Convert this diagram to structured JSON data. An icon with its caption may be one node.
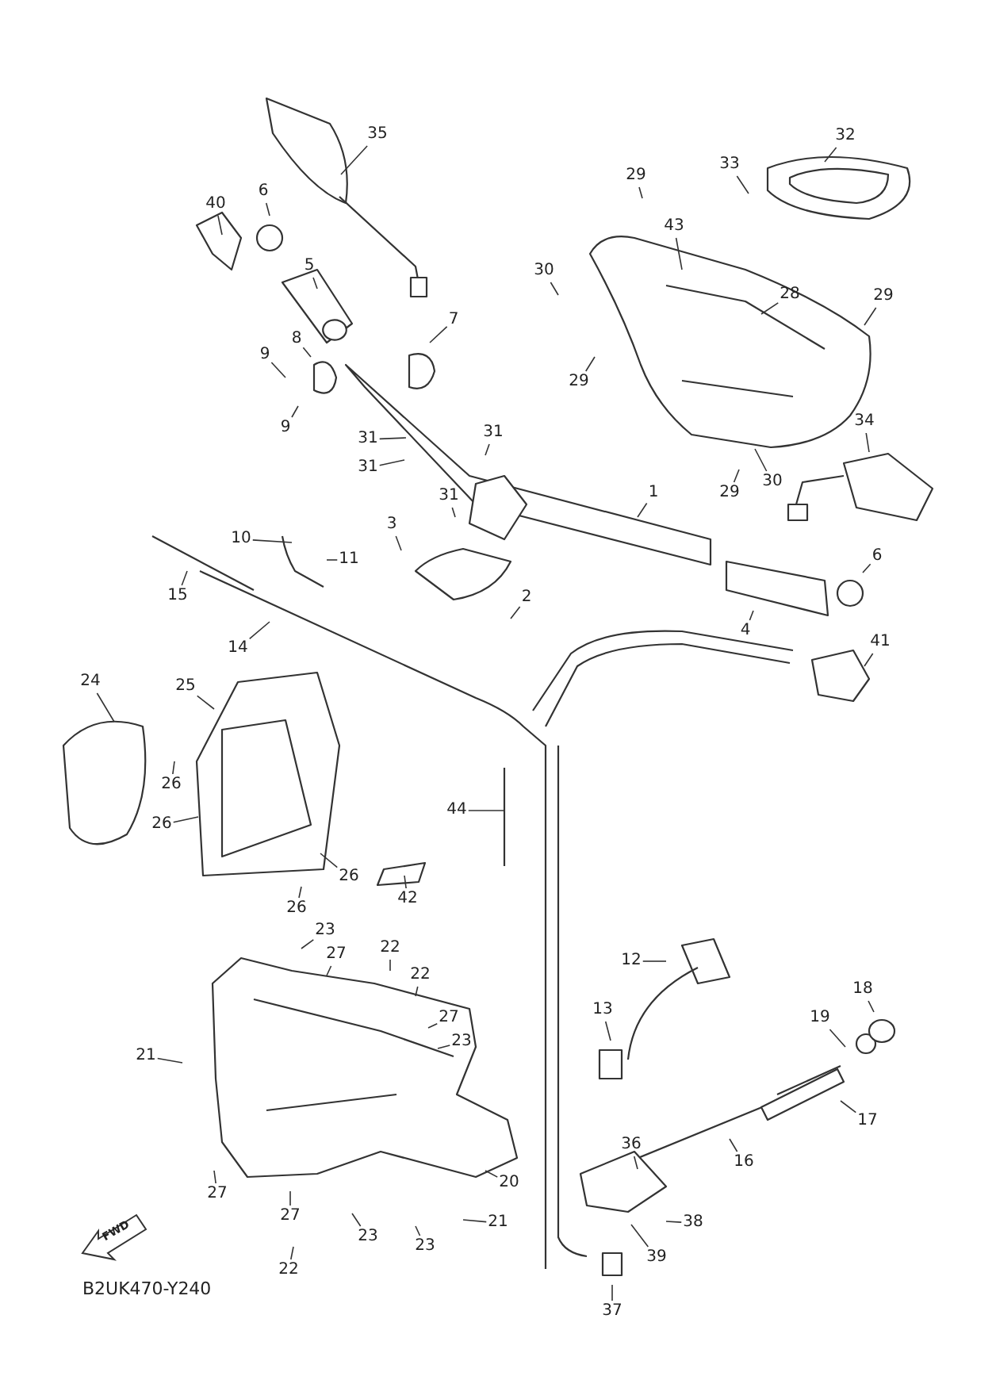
{
  "diagram": {
    "nodes": [
      {
        "text": [
          "35"
        ]
      },
      {
        "text": [
          "40"
        ]
      },
      {
        "text": [
          "6"
        ]
      },
      {
        "text": [
          "5"
        ]
      },
      {
        "text": [
          "7"
        ]
      },
      {
        "text": [
          "8"
        ]
      },
      {
        "text": [
          "9"
        ]
      },
      {
        "text": [
          "9"
        ]
      },
      {
        "text": [
          "29"
        ]
      },
      {
        "text": [
          "33"
        ]
      },
      {
        "text": [
          "32"
        ]
      },
      {
        "text": [
          "43"
        ]
      },
      {
        "text": [
          "30"
        ]
      },
      {
        "text": [
          "28"
        ]
      },
      {
        "text": [
          "29"
        ]
      },
      {
        "text": [
          "29"
        ]
      },
      {
        "text": [
          "31"
        ]
      },
      {
        "text": [
          "31"
        ]
      },
      {
        "text": [
          "31"
        ]
      },
      {
        "text": [
          "31"
        ]
      },
      {
        "text": [
          "34"
        ]
      },
      {
        "text": [
          "30"
        ]
      },
      {
        "text": [
          "29"
        ]
      },
      {
        "text": [
          "1"
        ]
      },
      {
        "text": [
          "3"
        ]
      },
      {
        "text": [
          "10"
        ]
      },
      {
        "text": [
          "11"
        ]
      },
      {
        "text": [
          "15"
        ]
      },
      {
        "text": [
          "2"
        ]
      },
      {
        "text": [
          "6"
        ]
      },
      {
        "text": [
          "4"
        ]
      },
      {
        "text": [
          "14"
        ]
      },
      {
        "text": [
          "41"
        ]
      },
      {
        "text": [
          "24"
        ]
      },
      {
        "text": [
          "25"
        ]
      },
      {
        "text": [
          "26"
        ]
      },
      {
        "text": [
          "26"
        ]
      },
      {
        "text": [
          "26"
        ]
      },
      {
        "text": [
          "26"
        ]
      },
      {
        "text": [
          "44"
        ]
      },
      {
        "text": [
          "42"
        ]
      },
      {
        "text": [
          "23"
        ]
      },
      {
        "text": [
          "22"
        ]
      },
      {
        "text": [
          "27"
        ]
      },
      {
        "text": [
          "22"
        ]
      },
      {
        "text": [
          "27"
        ]
      },
      {
        "text": [
          "23"
        ]
      },
      {
        "text": [
          "21"
        ]
      },
      {
        "text": [
          "12"
        ]
      },
      {
        "text": [
          "19"
        ]
      },
      {
        "text": [
          "18"
        ]
      },
      {
        "text": [
          "13"
        ]
      },
      {
        "text": [
          "17"
        ]
      },
      {
        "text": [
          "36"
        ]
      },
      {
        "text": [
          "16"
        ]
      },
      {
        "text": [
          "20"
        ]
      },
      {
        "text": [
          "27"
        ]
      },
      {
        "text": [
          "27"
        ]
      },
      {
        "text": [
          "38"
        ]
      },
      {
        "text": [
          "21"
        ]
      },
      {
        "text": [
          "39"
        ]
      },
      {
        "text": [
          "23"
        ]
      },
      {
        "text": [
          "23"
        ]
      },
      {
        "text": [
          "22"
        ]
      },
      {
        "text": [
          "37"
        ]
      }
    ],
    "edges": [
      {
        "from": 0,
        "to": null,
        "arrow": "none"
      },
      {
        "from": 1,
        "to": null,
        "arrow": "none"
      },
      {
        "from": 2,
        "to": null,
        "arrow": "none"
      },
      {
        "from": 3,
        "to": null,
        "arrow": "none"
      },
      {
        "from": 4,
        "to": null,
        "arrow": "none"
      },
      {
        "from": 5,
        "to": null,
        "arrow": "none"
      },
      {
        "from": 6,
        "to": null,
        "arrow": "none"
      },
      {
        "from": 7,
        "to": null,
        "arrow": "none"
      },
      {
        "from": 8,
        "to": null,
        "arrow": "none"
      },
      {
        "from": 9,
        "to": null,
        "arrow": "none"
      },
      {
        "from": 10,
        "to": null,
        "arrow": "none"
      },
      {
        "from": 11,
        "to": null,
        "arrow": "none"
      },
      {
        "from": 12,
        "to": null,
        "arrow": "none"
      },
      {
        "from": 13,
        "to": null,
        "arrow": "none"
      },
      {
        "from": 14,
        "to": null,
        "arrow": "none"
      },
      {
        "from": 15,
        "to": null,
        "arrow": "none"
      },
      {
        "from": 16,
        "to": null,
        "arrow": "none"
      },
      {
        "from": 17,
        "to": null,
        "arrow": "none"
      },
      {
        "from": 18,
        "to": null,
        "arrow": "none"
      },
      {
        "from": 19,
        "to": null,
        "arrow": "none"
      },
      {
        "from": 20,
        "to": null,
        "arrow": "none"
      },
      {
        "from": 21,
        "to": null,
        "arrow": "none"
      },
      {
        "from": 22,
        "to": null,
        "arrow": "none"
      },
      {
        "from": 23,
        "to": null,
        "arrow": "none"
      },
      {
        "from": 24,
        "to": null,
        "arrow": "none"
      },
      {
        "from": 25,
        "to": null,
        "arrow": "none"
      },
      {
        "from": 26,
        "to": null,
        "arrow": "none"
      },
      {
        "from": 27,
        "to": null,
        "arrow": "none"
      },
      {
        "from": 28,
        "to": null,
        "arrow": "none"
      },
      {
        "from": 29,
        "to": null,
        "arrow": "none"
      },
      {
        "from": 30,
        "to": null,
        "arrow": "none"
      },
      {
        "from": 31,
        "to": null,
        "arrow": "none"
      },
      {
        "from": 32,
        "to": null,
        "arrow": "none"
      },
      {
        "from": 33,
        "to": null,
        "arrow": "none"
      },
      {
        "from": 34,
        "to": null,
        "arrow": "none"
      },
      {
        "from": 35,
        "to": null,
        "arrow": "none"
      },
      {
        "from": 36,
        "to": null,
        "arrow": "none"
      },
      {
        "from": 37,
        "to": null,
        "arrow": "none"
      },
      {
        "from": 38,
        "to": null,
        "arrow": "none"
      },
      {
        "from": 39,
        "to": null,
        "arrow": "none"
      },
      {
        "from": 40,
        "to": null,
        "arrow": "none"
      },
      {
        "from": 41,
        "to": null,
        "arrow": "none"
      },
      {
        "from": 42,
        "to": null,
        "arrow": "none"
      },
      {
        "from": 43,
        "to": null,
        "arrow": "none"
      },
      {
        "from": 44,
        "to": null,
        "arrow": "none"
      },
      {
        "from": 45,
        "to": null,
        "arrow": "none"
      },
      {
        "from": 46,
        "to": null,
        "arrow": "none"
      },
      {
        "from": 47,
        "to": null,
        "arrow": "none"
      },
      {
        "from": 48,
        "to": null,
        "arrow": "none"
      },
      {
        "from": 49,
        "to": null,
        "arrow": "none"
      },
      {
        "from": 50,
        "to": null,
        "arrow": "none"
      },
      {
        "from": 51,
        "to": null,
        "arrow": "none"
      },
      {
        "from": 52,
        "to": null,
        "arrow": "none"
      },
      {
        "from": 53,
        "to": null,
        "arrow": "none"
      },
      {
        "from": 54,
        "to": null,
        "arrow": "none"
      },
      {
        "from": 55,
        "to": null,
        "arrow": "none"
      },
      {
        "from": 56,
        "to": null,
        "arrow": "none"
      },
      {
        "from": 57,
        "to": null,
        "arrow": "none"
      },
      {
        "from": 58,
        "to": null,
        "arrow": "none"
      },
      {
        "from": 59,
        "to": null,
        "arrow": "none"
      },
      {
        "from": 60,
        "to": null,
        "arrow": "none"
      },
      {
        "from": 61,
        "to": null,
        "arrow": "none"
      },
      {
        "from": 62,
        "to": null,
        "arrow": "none"
      },
      {
        "from": 63,
        "to": null,
        "arrow": "none"
      },
      {
        "from": 64,
        "to": null,
        "arrow": "none"
      }
    ],
    "labels": [
      "FWD",
      "B2UK470-Y240"
    ]
  }
}
